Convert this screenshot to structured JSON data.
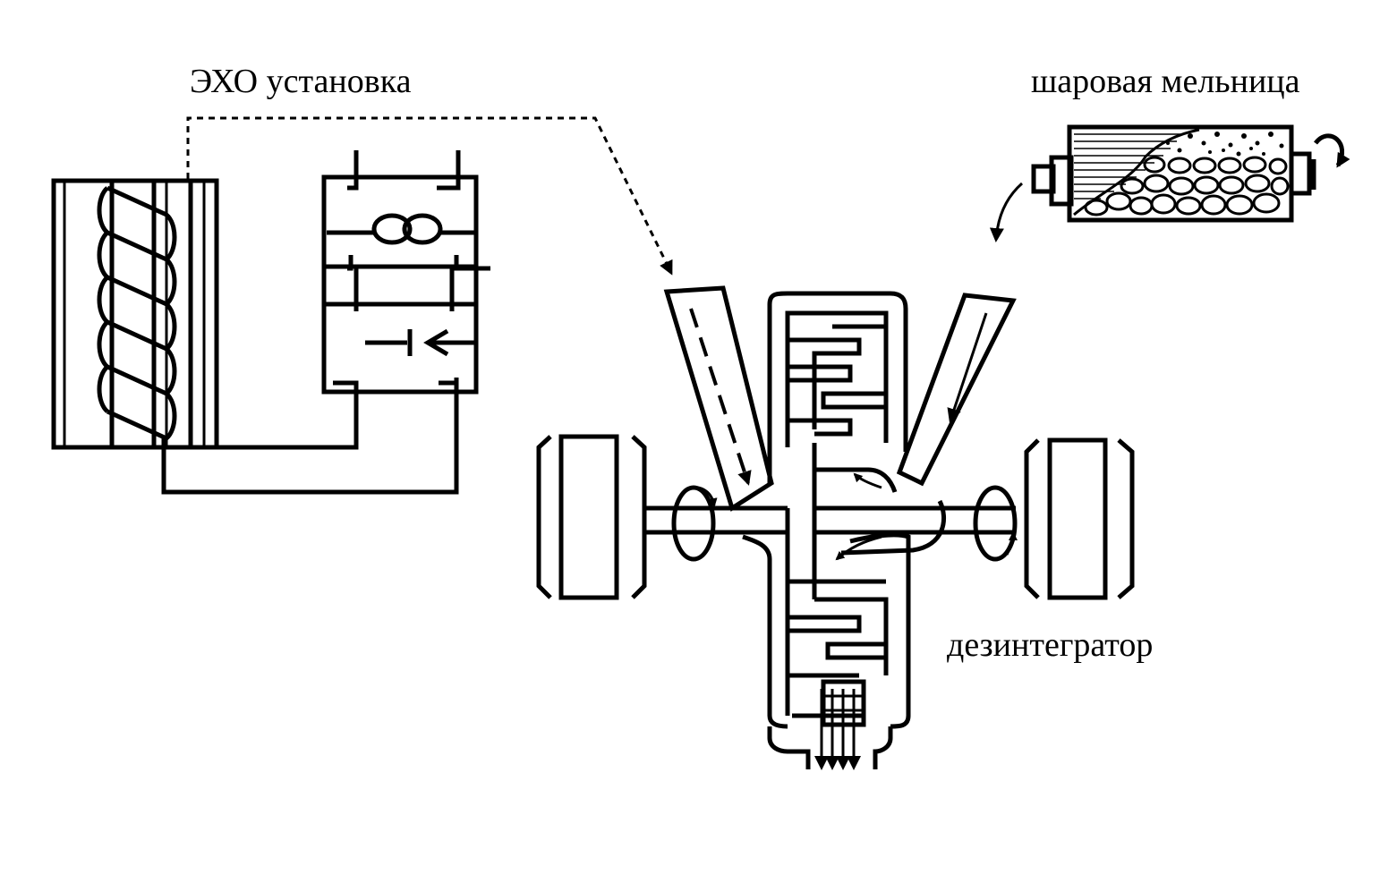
{
  "labels": {
    "echo_unit": "ЭХО установка",
    "ball_mill": "шаровая мельница",
    "disintegrator": "дезинтегратор"
  },
  "colors": {
    "line": "#000000",
    "background": "#ffffff"
  },
  "components": {
    "electrolyzer": "coil-electrode-cell",
    "power_supply": "transformer-rectifier-block",
    "mill": "rotating-drum-with-balls",
    "disintegrator": "two-rotor-pin-mill"
  }
}
